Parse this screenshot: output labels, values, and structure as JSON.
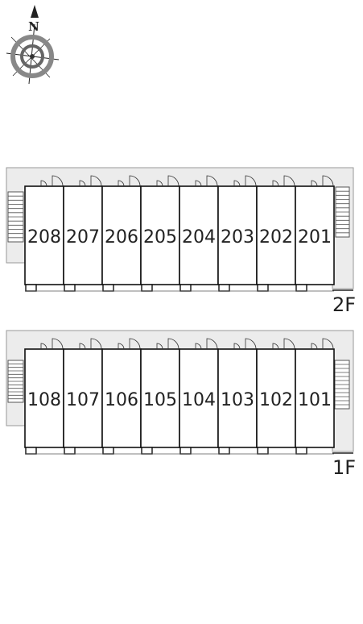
{
  "compass": {
    "north_label": "N",
    "icon": "compass-rose-icon"
  },
  "floors": [
    {
      "label": "2F",
      "units": [
        "208",
        "207",
        "206",
        "205",
        "204",
        "203",
        "202",
        "201"
      ]
    },
    {
      "label": "1F",
      "units": [
        "108",
        "107",
        "106",
        "105",
        "104",
        "103",
        "102",
        "101"
      ]
    }
  ],
  "colors": {
    "corridor": "#ececec",
    "outline": "#999999",
    "wall": "#111111"
  }
}
